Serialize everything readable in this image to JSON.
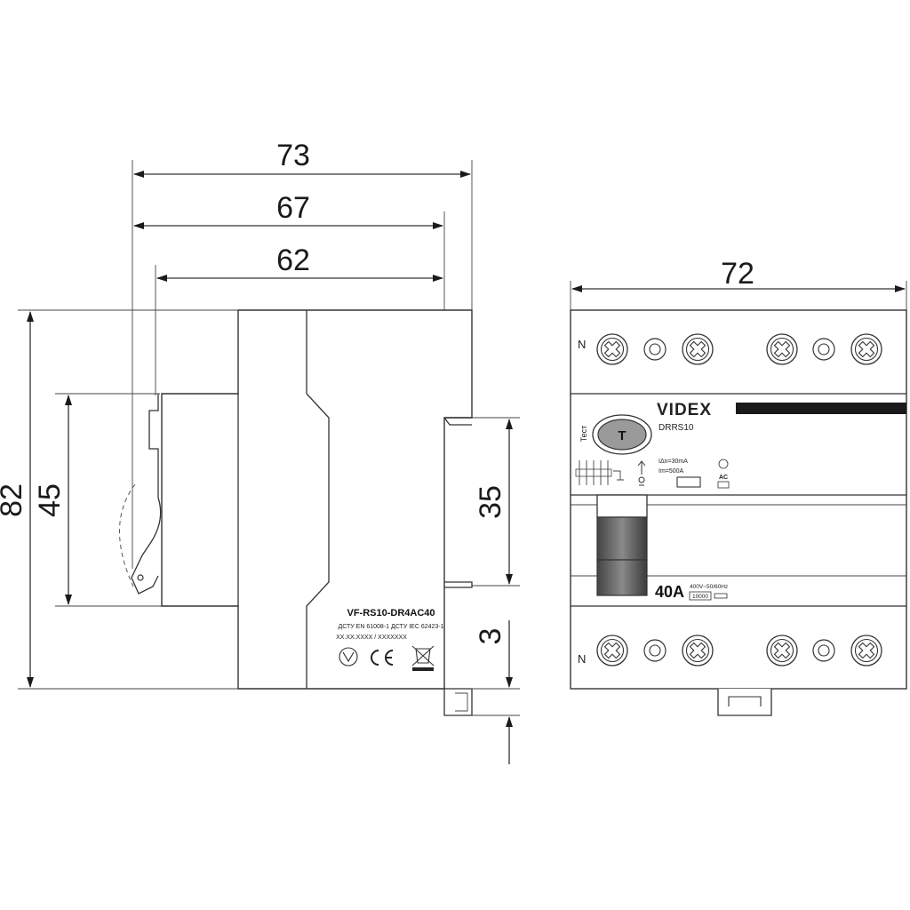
{
  "side_view": {
    "dim_73": "73",
    "dim_67": "67",
    "dim_62": "62",
    "dim_82": "82",
    "dim_45": "45",
    "dim_35": "35",
    "dim_3": "3",
    "label": {
      "model": "VF-RS10-DR4AC40",
      "standards": "ДСТУ EN 61008-1  ДСТУ IEC 62423-1",
      "serial": "XX.XX.XXXX / XXXXXXX"
    }
  },
  "front_view": {
    "dim_72": "72",
    "terminal_label_top": "N",
    "terminal_label_bottom": "N",
    "brand": "VIDEX",
    "series": "DRRS10",
    "test_label": "Тест",
    "test_button": "T",
    "idn": "IΔn=30mA",
    "im": "Im=500A",
    "type": "AC",
    "rating": "40A",
    "voltage": "400V~50/60Hz",
    "breaking": "10000"
  },
  "colors": {
    "line": "#333333",
    "brand_bar": "#1a1a1a",
    "handle": "#555555",
    "test_button": "#999999"
  }
}
